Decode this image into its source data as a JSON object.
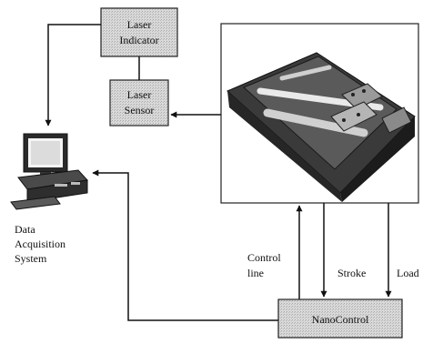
{
  "blocks": {
    "laser_indicator": [
      "Laser",
      "Indicator"
    ],
    "laser_sensor": [
      "Laser",
      "Sensor"
    ],
    "nanocontrol": "NanoControl"
  },
  "labels": {
    "computer": [
      "Data",
      "Acquisition",
      "System"
    ],
    "control_line": [
      "Control",
      "line"
    ],
    "stroke": "Stroke",
    "load": "Load"
  }
}
